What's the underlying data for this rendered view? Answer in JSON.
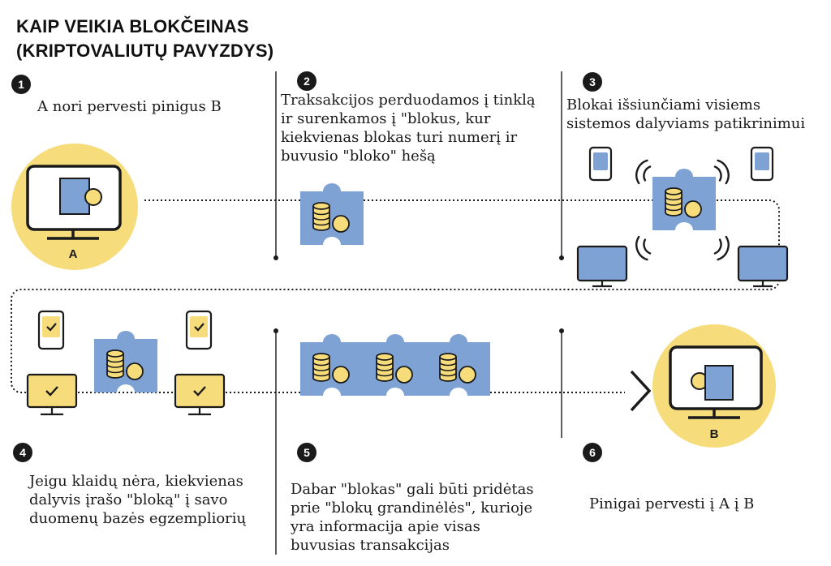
{
  "title": {
    "line1": "KAIP VEIKIA BLOKČEINAS",
    "line2": "(KRIPTOVALIUTŲ PAVYZDYS)"
  },
  "steps": [
    {
      "number": "1",
      "lines": [
        "A nori pervesti pinigus B"
      ]
    },
    {
      "number": "2",
      "lines": [
        "Traksakcijos perduodamos į tinklą",
        "ir surenkamos į \"blokus, kur",
        "kiekvienas blokas turi numerį ir",
        "buvusio \"bloko\" hešą"
      ]
    },
    {
      "number": "3",
      "lines": [
        "Blokai išsiunčiami visiems",
        "sistemos dalyviams patikrinimui"
      ]
    },
    {
      "number": "4",
      "lines": [
        "Jeigu klaidų nėra, kiekvienas",
        "dalyvis įrašo \"bloką\" į savo",
        "duomenų bazės egzempliorių"
      ]
    },
    {
      "number": "5",
      "lines": [
        "Dabar \"blokas\" gali būti pridėtas",
        "prie \"blokų grandinėlės\", kurioje",
        "yra informacija apie visas",
        "buvusias transakcijas"
      ]
    },
    {
      "number": "6",
      "lines": [
        "Pinigai pervesti į A į B"
      ]
    }
  ],
  "monitor_labels": {
    "a": "A",
    "b": "B"
  },
  "colors": {
    "yellow": "#f7dc7c",
    "blue": "#7ea2d4",
    "coin": "#f7dc7c",
    "outline": "#1a1a1a"
  }
}
